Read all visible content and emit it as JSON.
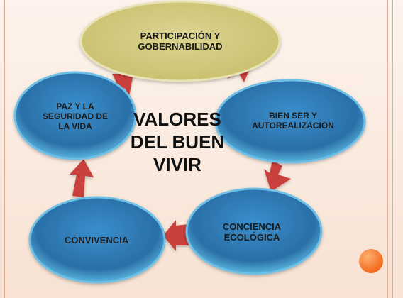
{
  "diagram": {
    "center_title": "VALORES\nDEL BUEN\nVIVIR",
    "nodes": [
      {
        "id": "participacion",
        "label": "PARTICIPACIÓN Y\nGOBERNABILIDAD"
      },
      {
        "id": "bien_ser",
        "label": "BIEN SER Y\nAUTOREALIZACIÓN"
      },
      {
        "id": "conciencia",
        "label": "CONCIENCIA\nECOLÓGICA"
      },
      {
        "id": "convivencia",
        "label": "CONVIVENCIA"
      },
      {
        "id": "paz",
        "label": "PAZ Y LA\nSEGURIDAD DE\nLA VIDA"
      }
    ]
  },
  "colors": {
    "top_node_fill": "#d8cf86",
    "blue_node_fill": "#2f7fb8",
    "blue_node_edge": "#6fc0e6",
    "arrow_fill": "#c9403c",
    "accent_dot": "#f26b1d",
    "frame_line": "#e6a991"
  },
  "icons": [
    "cycle-arrow",
    "slide-accent-dot"
  ]
}
